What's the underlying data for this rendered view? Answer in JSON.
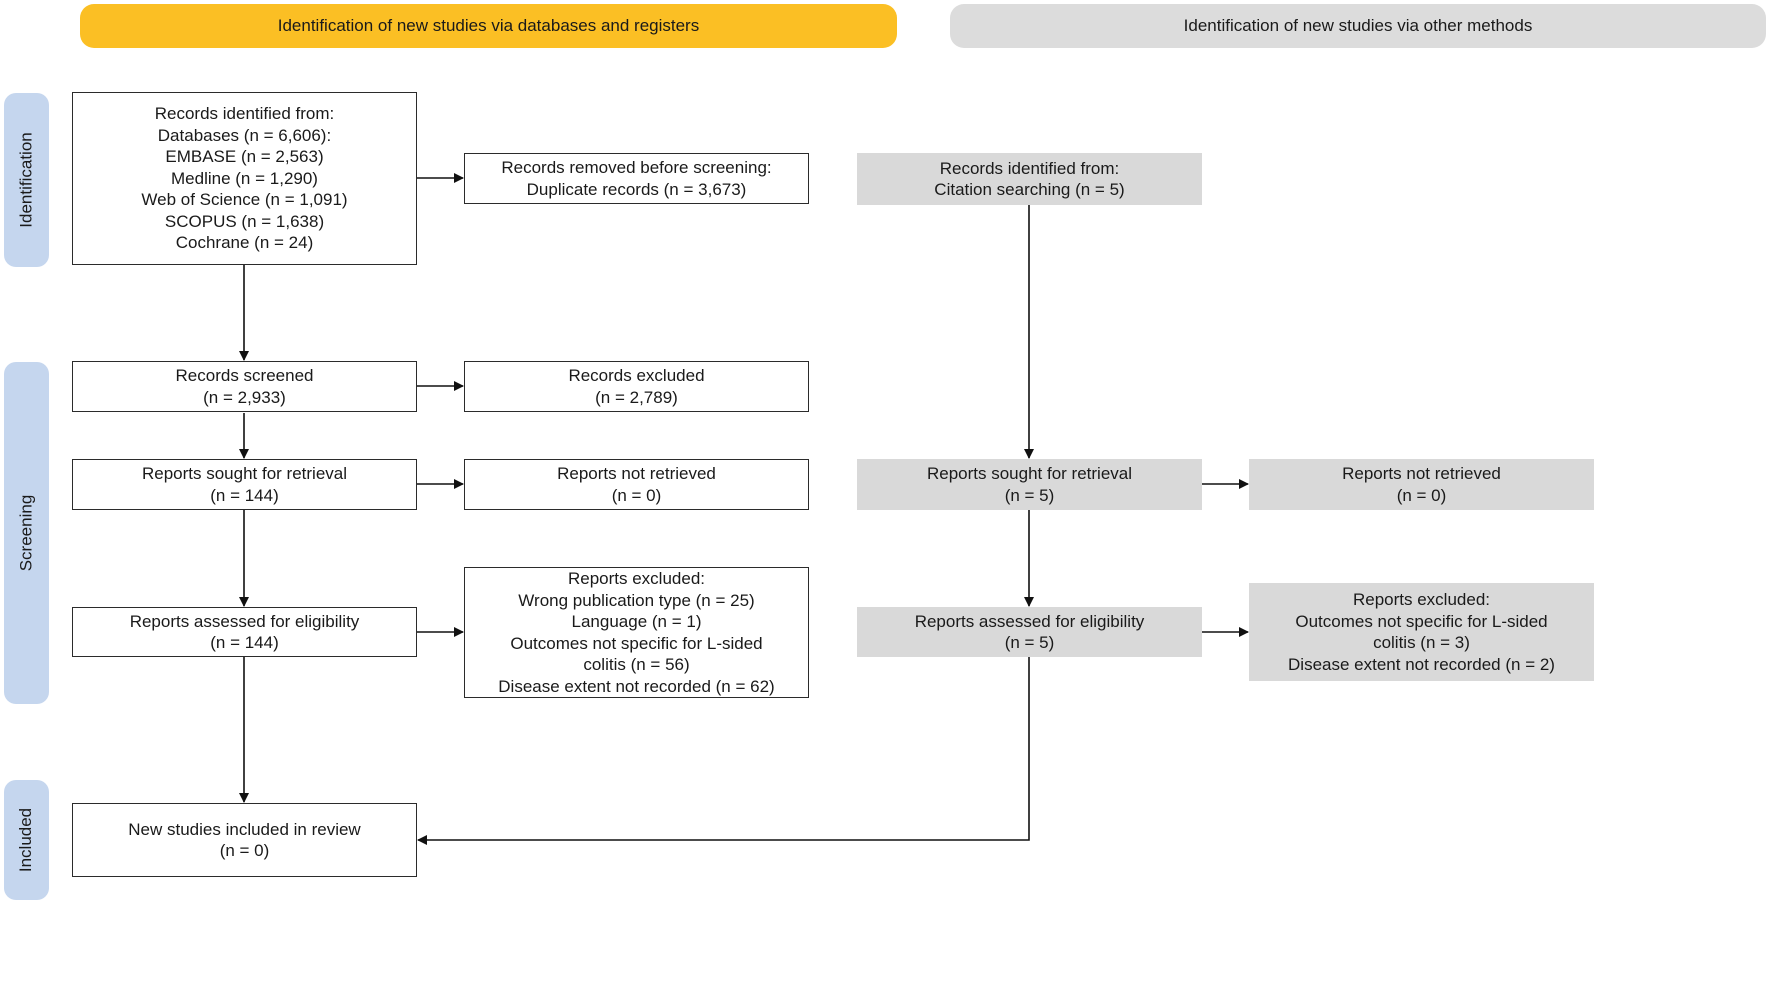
{
  "colors": {
    "header_db": "#fbbf24",
    "header_other": "#dcdcdc",
    "phase_label": "#c5d6ee",
    "grey_box": "#d9d9d9",
    "line": "#111111"
  },
  "headers": {
    "databases": "Identification of new studies via databases and registers",
    "other": "Identification of new studies via other methods"
  },
  "phases": {
    "identification": "Identification",
    "screening": "Screening",
    "included": "Included"
  },
  "db": {
    "identified": {
      "title": "Records identified from:",
      "lines": [
        "Databases (n = 6,606):",
        "EMBASE (n = 2,563)",
        "Medline (n = 1,290)",
        "Web of Science (n = 1,091)",
        "SCOPUS (n = 1,638)",
        "Cochrane (n = 24)"
      ]
    },
    "removed": {
      "title": "Records removed before screening:",
      "line": "Duplicate records (n = 3,673)"
    },
    "screened": {
      "title": "Records screened",
      "line": "(n = 2,933)"
    },
    "excluded": {
      "title": "Records excluded",
      "line": "(n = 2,789)"
    },
    "sought": {
      "title": "Reports sought for retrieval",
      "line": "(n = 144)"
    },
    "not_retrieved": {
      "title": "Reports not retrieved",
      "line": "(n = 0)"
    },
    "assessed": {
      "title": "Reports assessed for eligibility",
      "line": "(n = 144)"
    },
    "reports_excluded": {
      "title": "Reports excluded:",
      "lines": [
        "Wrong publication type (n = 25)",
        "Language (n = 1)",
        "Outcomes not specific for L-sided",
        "colitis (n = 56)",
        "Disease extent not recorded (n = 62)"
      ]
    },
    "included": {
      "title": "New studies included in review",
      "line": "(n = 0)"
    }
  },
  "other": {
    "identified": {
      "title": "Records identified from:",
      "line": "Citation searching (n = 5)"
    },
    "sought": {
      "title": "Reports sought for retrieval",
      "line": "(n = 5)"
    },
    "not_retrieved": {
      "title": "Reports not retrieved",
      "line": "(n = 0)"
    },
    "assessed": {
      "title": "Reports assessed for eligibility",
      "line": "(n = 5)"
    },
    "reports_excluded": {
      "title": "Reports excluded:",
      "lines": [
        "Outcomes not specific for L-sided",
        "colitis (n = 3)",
        "Disease extent not recorded (n = 2)"
      ]
    }
  }
}
